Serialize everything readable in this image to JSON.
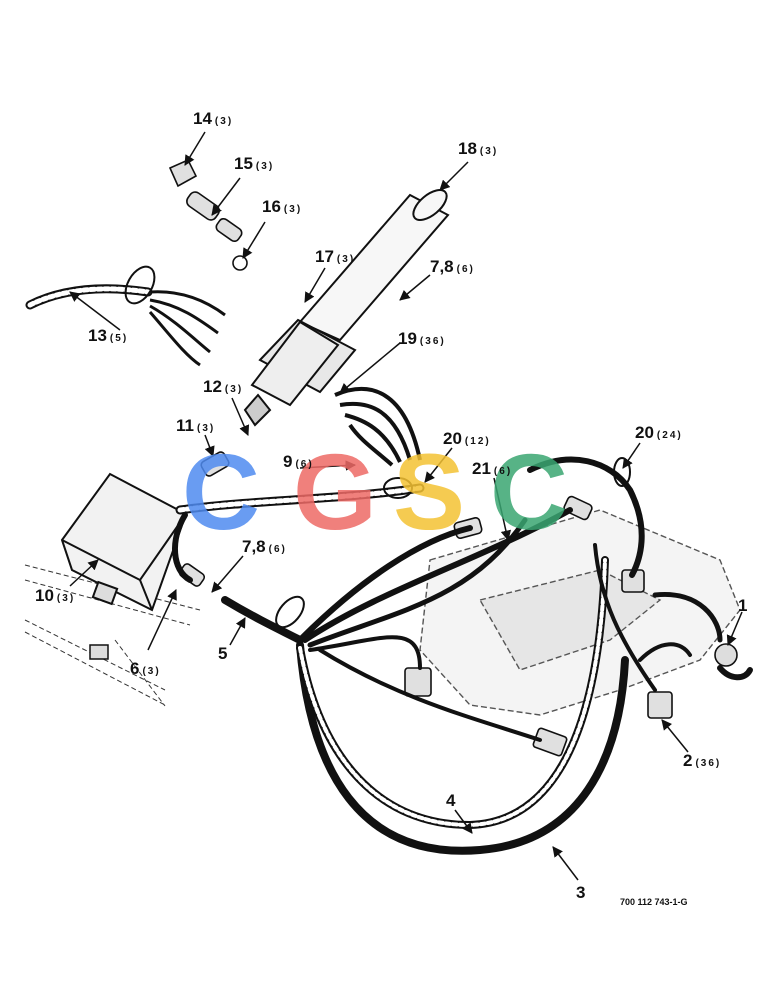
{
  "doc_number": "700 112 743-1-G",
  "watermark": {
    "text": "CGSC",
    "colors": [
      "#4f8bf0",
      "#ee6a66",
      "#f4c233",
      "#3aa672"
    ]
  },
  "callouts": [
    {
      "id": "c14",
      "num": "14",
      "qty": "(3)"
    },
    {
      "id": "c15",
      "num": "15",
      "qty": "(3)"
    },
    {
      "id": "c16",
      "num": "16",
      "qty": "(3)"
    },
    {
      "id": "c18",
      "num": "18",
      "qty": "(3)"
    },
    {
      "id": "c17",
      "num": "17",
      "qty": "(3)"
    },
    {
      "id": "c78a",
      "num": "7,8",
      "qty": "(6)"
    },
    {
      "id": "c13",
      "num": "13",
      "qty": "(5)"
    },
    {
      "id": "c19",
      "num": "19",
      "qty": "(36)"
    },
    {
      "id": "c12",
      "num": "12",
      "qty": "(3)"
    },
    {
      "id": "c11",
      "num": "11",
      "qty": "(3)"
    },
    {
      "id": "c20a",
      "num": "20",
      "qty": "(12)"
    },
    {
      "id": "c20b",
      "num": "20",
      "qty": "(24)"
    },
    {
      "id": "c9",
      "num": "9",
      "qty": "(6)"
    },
    {
      "id": "c21",
      "num": "21",
      "qty": "(6)"
    },
    {
      "id": "c1",
      "num": "1",
      "qty": ""
    },
    {
      "id": "c78b",
      "num": "7,8",
      "qty": "(6)"
    },
    {
      "id": "c10",
      "num": "10",
      "qty": "(3)"
    },
    {
      "id": "c6",
      "num": "6",
      "qty": "(3)"
    },
    {
      "id": "c5",
      "num": "5",
      "qty": ""
    },
    {
      "id": "c2",
      "num": "2",
      "qty": "(36)"
    },
    {
      "id": "c4",
      "num": "4",
      "qty": ""
    },
    {
      "id": "c3",
      "num": "3",
      "qty": ""
    }
  ]
}
